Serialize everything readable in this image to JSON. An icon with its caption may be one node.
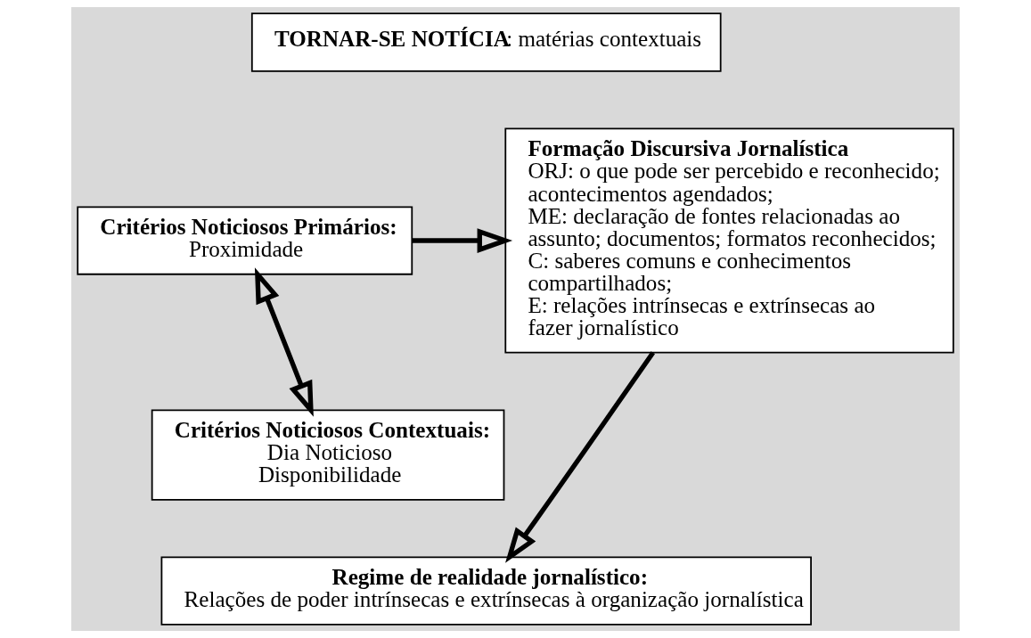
{
  "diagram": {
    "nodes": [
      {
        "text": [
          "**TORNAR-SE NOTÍCIA**: matérias contextuais"
        ]
      },
      {
        "text": [
          "Critérios Noticiosos Primários:",
          "Proximidade"
        ]
      },
      {
        "text": [
          "Critérios Noticiosos Contextuais:",
          "Dia Noticioso",
          "Disponibilidade"
        ]
      },
      {
        "text": [
          "Formação Discursiva Jornalística",
          "ORJ: o que pode ser percebido e reconhecido; acontecimentos agendados;",
          "ME: declaração de fontes relacionadas ao assunto; documentos; formatos reconhecidos;",
          "C: saberes comuns e conhecimentos compartilhados;",
          "E: relações intrínsecas e extrínsecas ao fazer jornalístico"
        ]
      },
      {
        "text": [
          "Regime de realidade jornalístico:",
          "Relações de poder intrínsecas e extrínsecas à organização jornalística"
        ]
      }
    ],
    "edges": [
      {
        "from": 1,
        "to": 3,
        "arrow": "to"
      },
      {
        "from": 1,
        "to": 2,
        "arrow": "both"
      },
      {
        "from": 3,
        "to": 4,
        "arrow": "to"
      }
    ]
  }
}
